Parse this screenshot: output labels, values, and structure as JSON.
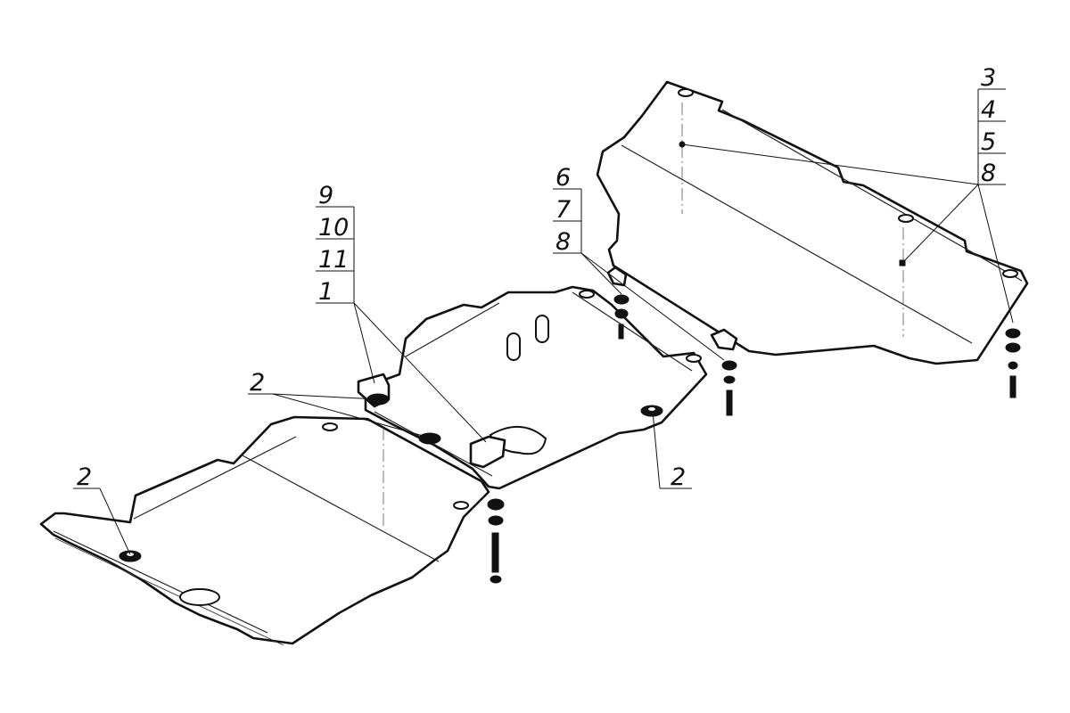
{
  "callouts": {
    "right_stack": [
      "3",
      "4",
      "5",
      "8"
    ],
    "middle_stack": [
      "6",
      "7",
      "8"
    ],
    "left_stack": [
      "9",
      "10",
      "11",
      "1"
    ],
    "label_2_upper": "2",
    "label_2_right": "2",
    "label_2_left": "2"
  },
  "colors": {
    "line": "#111111",
    "background": "#ffffff"
  }
}
